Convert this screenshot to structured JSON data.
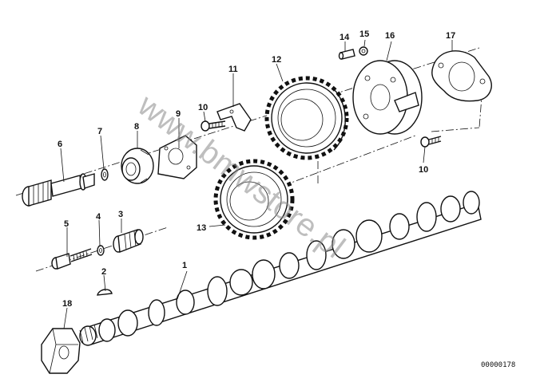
{
  "watermark": "www.bmwstore.pl",
  "reference_code": "00000178",
  "callouts": [
    {
      "id": "c1",
      "label": "1"
    },
    {
      "id": "c2",
      "label": "2"
    },
    {
      "id": "c3",
      "label": "3"
    },
    {
      "id": "c4",
      "label": "4"
    },
    {
      "id": "c5",
      "label": "5"
    },
    {
      "id": "c6",
      "label": "6"
    },
    {
      "id": "c7",
      "label": "7"
    },
    {
      "id": "c8",
      "label": "8"
    },
    {
      "id": "c9",
      "label": "9"
    },
    {
      "id": "c10a",
      "label": "10"
    },
    {
      "id": "c10b",
      "label": "10"
    },
    {
      "id": "c11",
      "label": "11"
    },
    {
      "id": "c12",
      "label": "12"
    },
    {
      "id": "c13",
      "label": "13"
    },
    {
      "id": "c14",
      "label": "14"
    },
    {
      "id": "c15",
      "label": "15"
    },
    {
      "id": "c16",
      "label": "16"
    },
    {
      "id": "c17",
      "label": "17"
    },
    {
      "id": "c18",
      "label": "18"
    }
  ]
}
